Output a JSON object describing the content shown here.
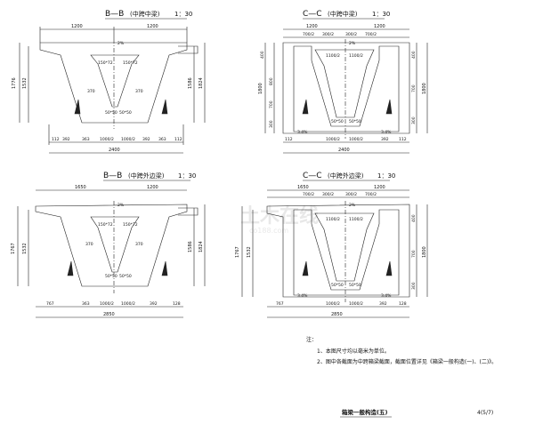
{
  "sections": [
    {
      "key": "bb1",
      "title": "B—B",
      "subtitle": "(中跨中梁)",
      "scale": "1：30",
      "top_dims": [
        "1200",
        "1200"
      ],
      "bottom_dims": [
        "112",
        "392",
        "363",
        "1000/2",
        "1000/2",
        "392",
        "363",
        "112"
      ],
      "total": "2400",
      "left_heights": [
        "1776",
        "1532"
      ],
      "right_heights": [
        "1586",
        "1824"
      ],
      "slope_label": "2%",
      "chamfers": [
        "150*72",
        "150*72",
        "50*50",
        "50*50"
      ],
      "side_dims": [
        "370",
        "370"
      ]
    },
    {
      "key": "cc1",
      "title": "C—C",
      "subtitle": "(中跨中梁)",
      "scale": "1：30",
      "top_dims": [
        "1200",
        "1200",
        "700/2",
        "300/2",
        "300/2",
        "700/2"
      ],
      "bottom_dims": [
        "112",
        "1000/2",
        "1000/2",
        "392",
        "112"
      ],
      "total": "2400",
      "left_heights": [
        "400",
        "800",
        "700",
        "300",
        "1800"
      ],
      "right_heights": [
        "400",
        "700",
        "300",
        "1800"
      ],
      "slope_label": "2%",
      "chamfers": [
        "1100/2",
        "1100/2",
        "50*50",
        "50*50"
      ],
      "side_dims": [
        "3.4%",
        "3.4%"
      ]
    },
    {
      "key": "bb2",
      "title": "B—B",
      "subtitle": "(中跨外边梁)",
      "scale": "1：30",
      "top_dims": [
        "1650",
        "1200"
      ],
      "bottom_dims": [
        "767",
        "363",
        "1000/2",
        "1000/2",
        "392",
        "128"
      ],
      "total": "2850",
      "left_heights": [
        "1767",
        "1532"
      ],
      "right_heights": [
        "1586",
        "1824"
      ],
      "slope_label": "2%",
      "chamfers": [
        "150*72",
        "150*72",
        "50*50",
        "50*50"
      ],
      "side_dims": [
        "370",
        "370"
      ]
    },
    {
      "key": "cc2",
      "title": "C—C",
      "subtitle": "(中跨外边梁)",
      "scale": "1：30",
      "top_dims": [
        "1650",
        "1200",
        "700/2",
        "300/2",
        "300/2",
        "700/2"
      ],
      "bottom_dims": [
        "767",
        "1000/2",
        "1000/2",
        "392",
        "128"
      ],
      "total": "2850",
      "left_heights": [
        "1767",
        "1532"
      ],
      "right_heights": [
        "400",
        "700",
        "300",
        "1800"
      ],
      "slope_label": "2%",
      "chamfers": [
        "1100/2",
        "1100/2",
        "50*50",
        "50*50"
      ],
      "side_dims": [
        "3.4%",
        "3.4%"
      ]
    }
  ],
  "notes": {
    "heading": "注：",
    "items": [
      "1、本图尺寸均以毫米为单位。",
      "2、图中各截面为中跨箱梁截面，截面位置详见《箱梁一般构造(一)、(二)》。"
    ]
  },
  "footer": {
    "title": "箱梁一般构造(五)",
    "page": "4(5/7)"
  },
  "watermark": {
    "main": "土木在线",
    "sub": "co188.com"
  }
}
